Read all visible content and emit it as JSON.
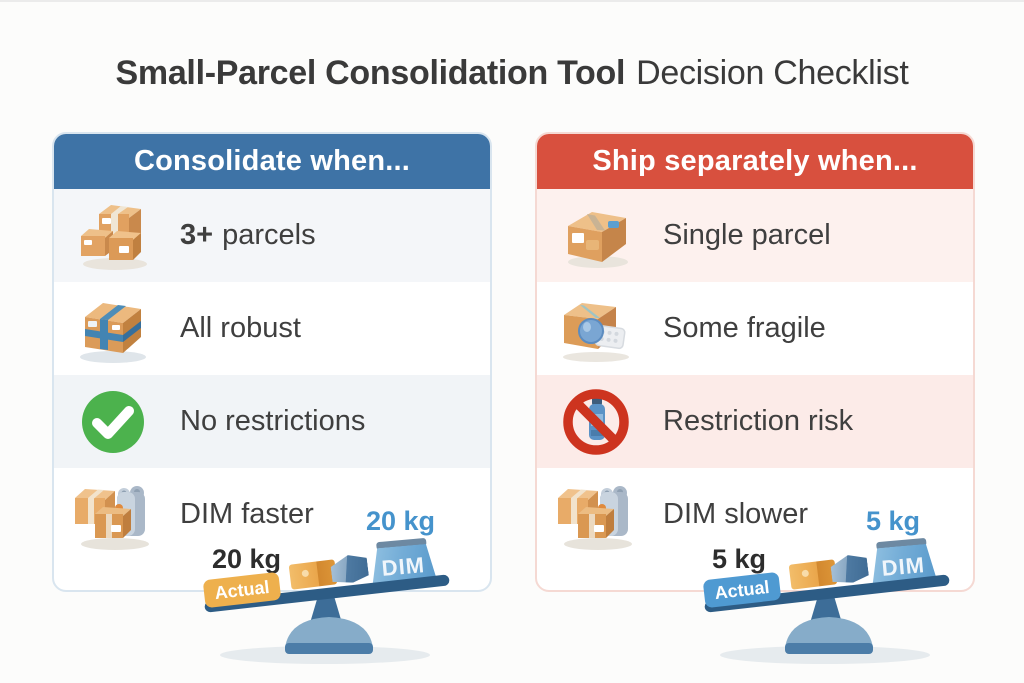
{
  "title": {
    "main": "Small-Parcel Consolidation Tool",
    "suffix": "Decision Checklist"
  },
  "panels": [
    {
      "header": "Consolidate when...",
      "header_color": "#3e73a6",
      "rows": [
        {
          "icon": "parcel-stack-icon",
          "bold": "3+",
          "label": "parcels"
        },
        {
          "icon": "strapped-box-icon",
          "label": "All robust"
        },
        {
          "icon": "check-circle-icon",
          "label": "No restrictions"
        },
        {
          "icon": "dim-box-jug-icon",
          "label": "DIM faster"
        }
      ],
      "scale": {
        "actual_value": "20 kg",
        "actual_tag": "Actual",
        "actual_color": "#eeb04d",
        "dim_value": "20 kg",
        "dim_tag": "DIM",
        "dim_value_color": "#4593cc"
      }
    },
    {
      "header": "Ship separately when...",
      "header_color": "#d8503e",
      "rows": [
        {
          "icon": "single-parcel-icon",
          "label": "Single parcel"
        },
        {
          "icon": "fragile-box-icon",
          "label": "Some fragile"
        },
        {
          "icon": "no-aerosol-icon",
          "label": "Restriction risk"
        },
        {
          "icon": "dim-box-jug-icon",
          "label": "DIM slower"
        }
      ],
      "scale": {
        "actual_value": "5 kg",
        "actual_tag": "Actual",
        "actual_color": "#4f9ad2",
        "dim_value": "5 kg",
        "dim_tag": "DIM",
        "dim_value_color": "#4593cc"
      }
    }
  ],
  "icons": {
    "check_color": "#4cb24d",
    "prohibition_color": "#cd341f"
  }
}
